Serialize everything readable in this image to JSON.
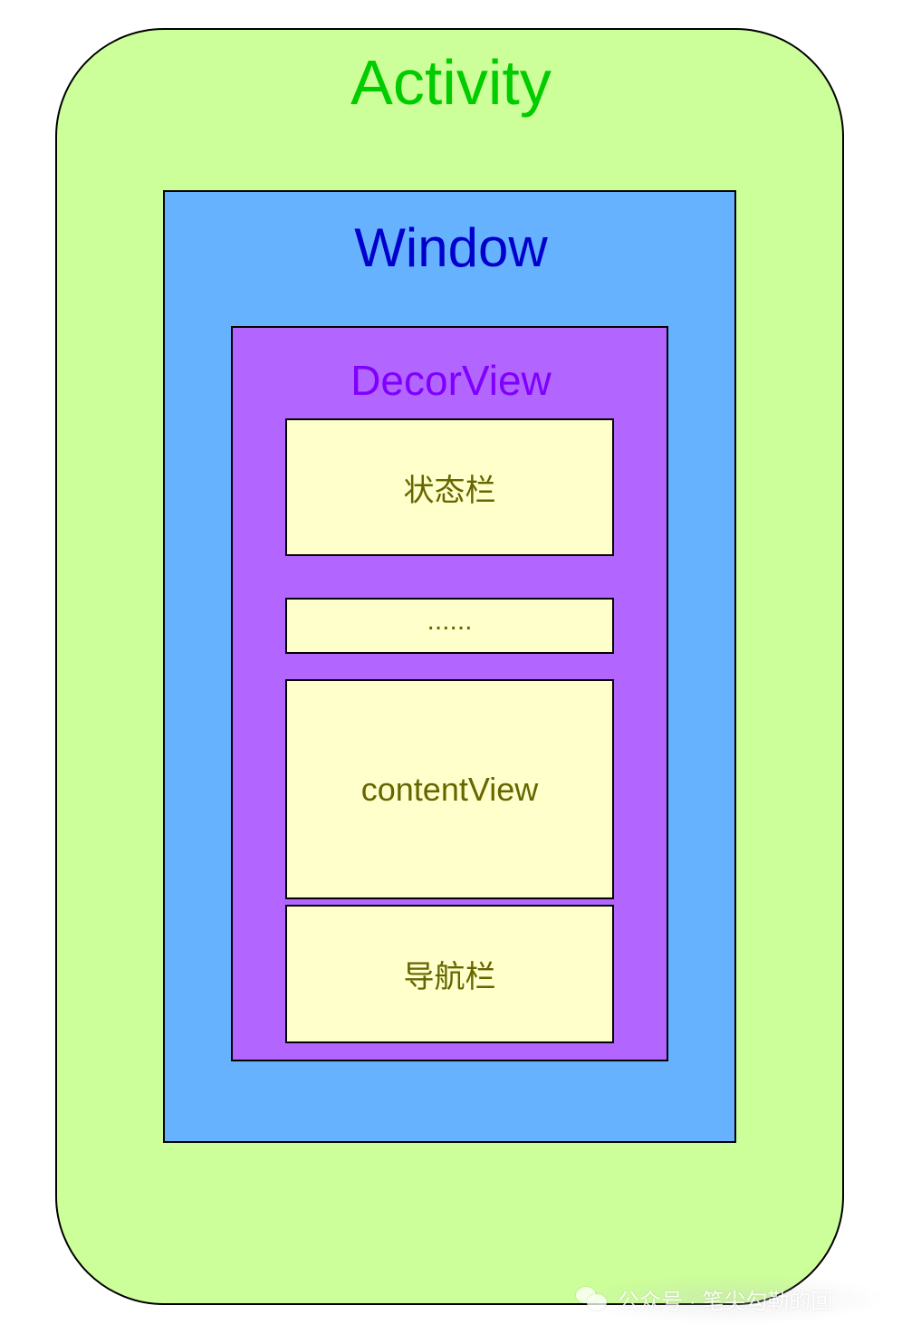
{
  "diagram": {
    "activity": {
      "label": "Activity",
      "color": "#00cc00",
      "fill": "#ccff99"
    },
    "window": {
      "label": "Window",
      "color": "#0000cc",
      "fill": "#66b2ff"
    },
    "decor_view": {
      "label": "DecorView",
      "color": "#7f00ff",
      "fill": "#b266ff"
    },
    "children": {
      "status_bar": "状态栏",
      "ellipsis": "......",
      "content_view": "contentView",
      "navigation_bar": "导航栏"
    },
    "child_text_color": "#666600",
    "child_fill": "#ffffcc"
  },
  "watermark": {
    "text": "公众号 · 笔尖勾勒的回",
    "icon": "wechat-icon"
  }
}
